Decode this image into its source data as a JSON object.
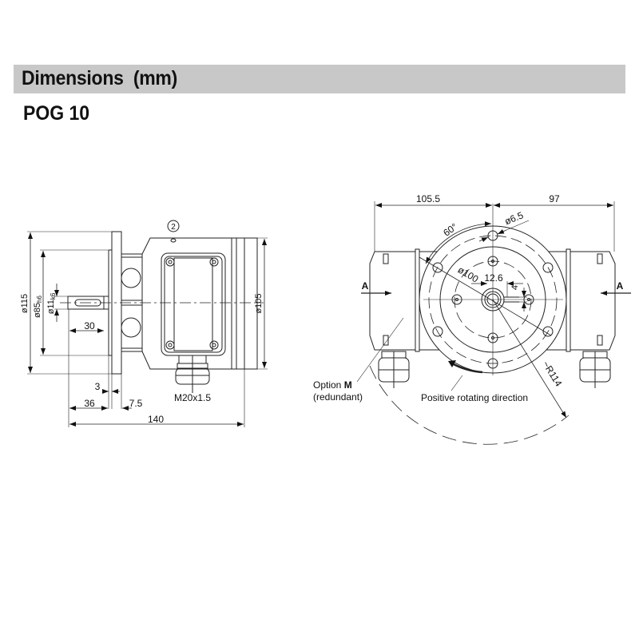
{
  "header": {
    "title": "Dimensions  (mm)",
    "model": "POG 10"
  },
  "side_view": {
    "dim_d115": "ø115",
    "dim_d85": "ø85",
    "dim_d85_tol": "h6",
    "dim_d11": "ø11",
    "dim_d11_tol": "k6",
    "dim_shaft_len": "30",
    "dim_d105": "ø105",
    "dim_3": "3",
    "dim_36": "36",
    "dim_7_5": "7.5",
    "dim_140": "140",
    "callout_2": "2",
    "cable_gland": "M20x1.5"
  },
  "front_view": {
    "dim_left": "105.5",
    "dim_right": "97",
    "angle": "60°",
    "hole_dia": "ø6.5",
    "bolt_circle": "ø100",
    "dim_12_6": "12.6",
    "dim_4": "4",
    "radius": "~R114",
    "view_a_left": "A",
    "view_a_right": "A",
    "option_label": "Option ",
    "option_letter": "M",
    "option_note": "(redundant)",
    "rotation_label": "Positive rotating direction"
  }
}
